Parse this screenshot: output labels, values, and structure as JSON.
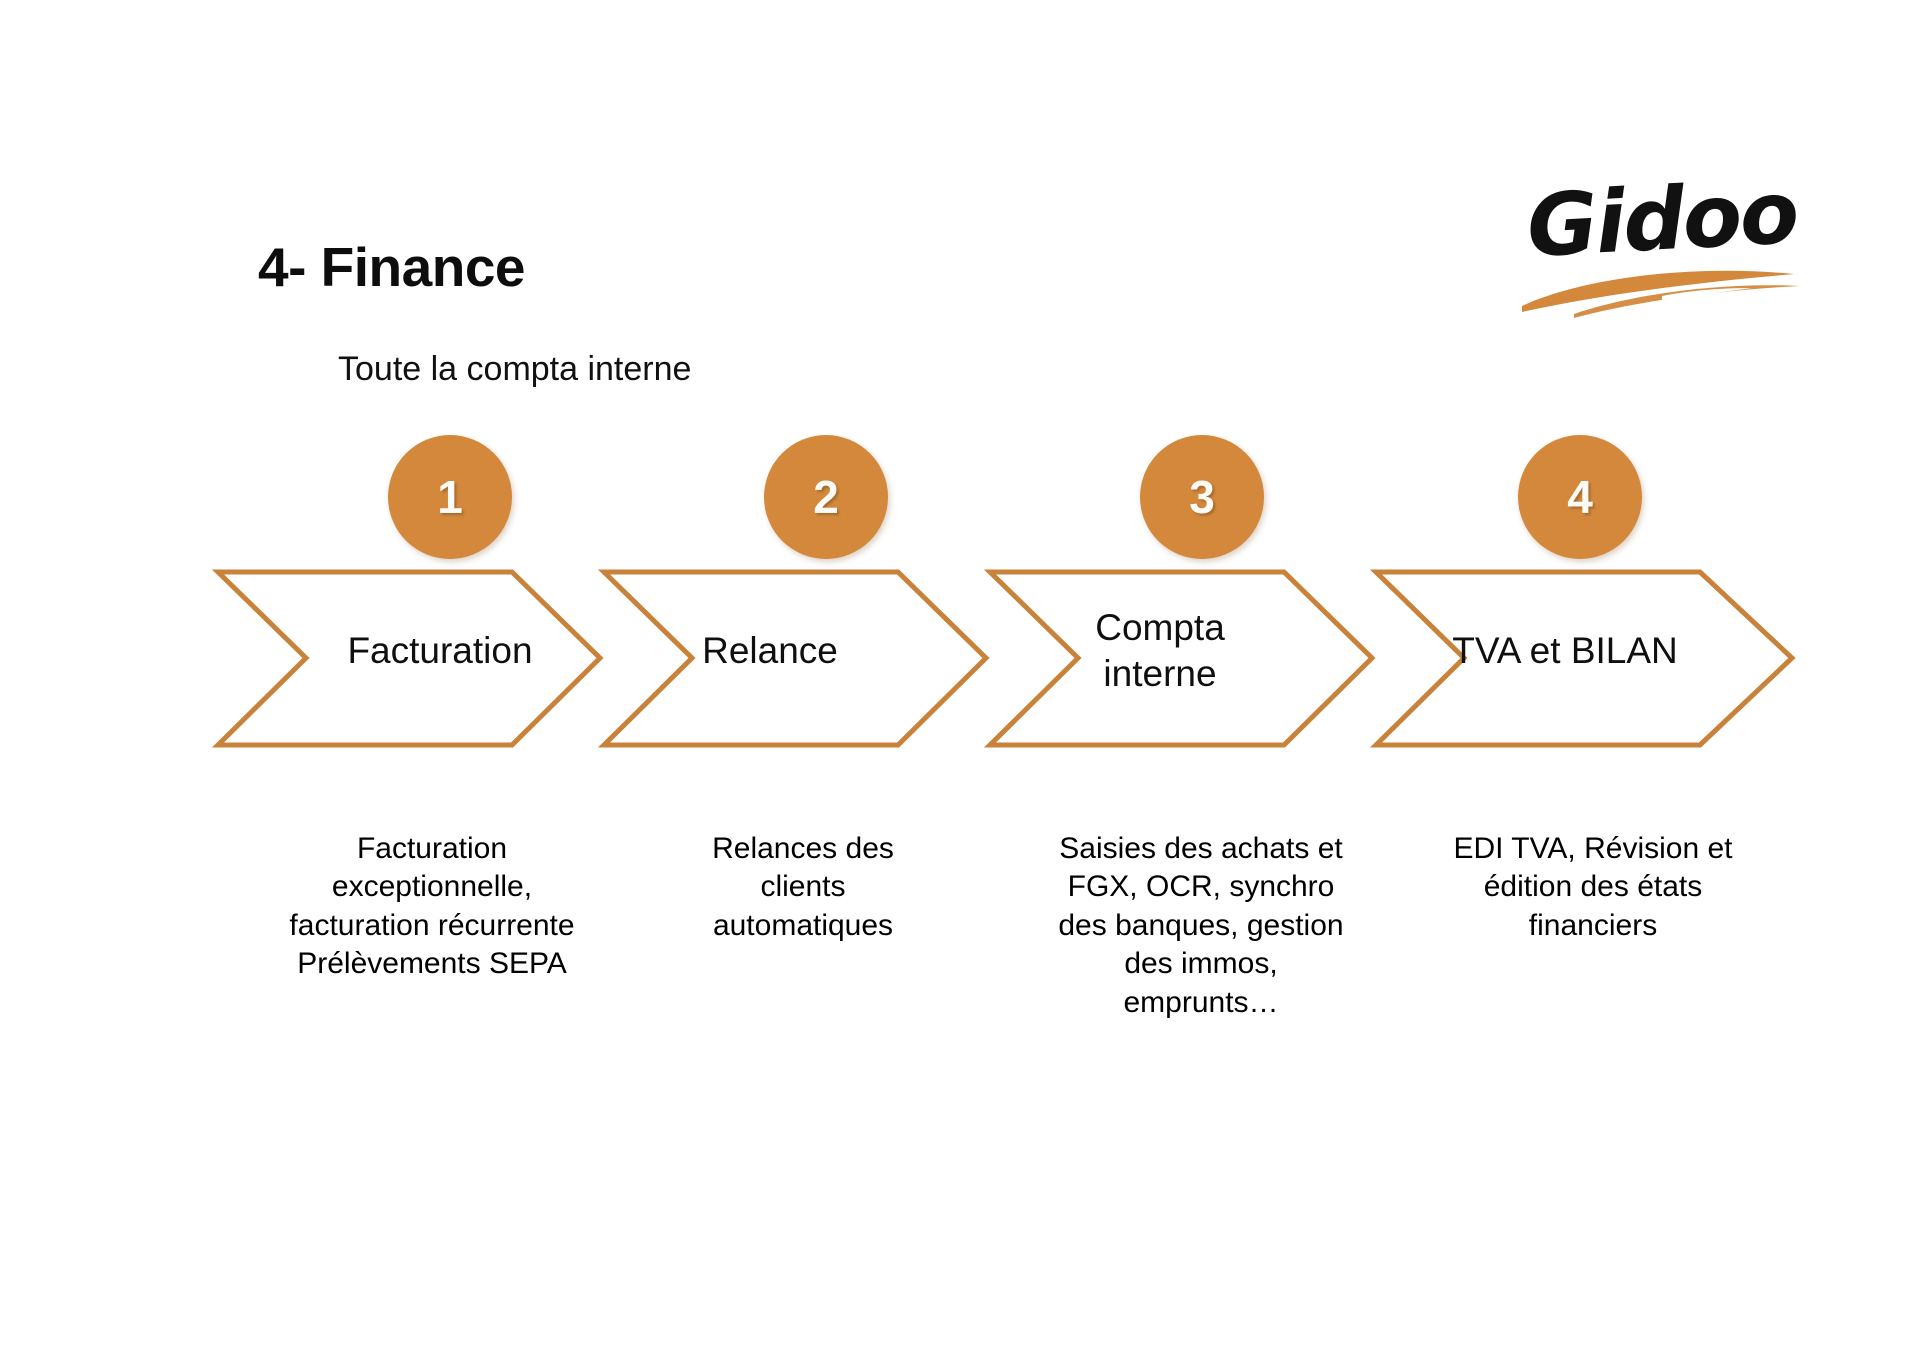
{
  "slide": {
    "title": "4- Finance",
    "subtitle": "Toute la compta interne",
    "background_color": "#FFFFFF"
  },
  "logo": {
    "name": "Gidoo",
    "wordmark_color": "#111111",
    "swoosh_color": "#D4883C"
  },
  "theme": {
    "accent_color": "#D4883C",
    "outline_color": "#C8823A",
    "text_color": "#000000"
  },
  "process": {
    "steps": [
      {
        "number": "1",
        "label": "Facturation",
        "description": "Facturation exceptionnelle, facturation récurrente Prélèvements SEPA"
      },
      {
        "number": "2",
        "label": "Relance",
        "description": "Relances des clients automatiques"
      },
      {
        "number": "3",
        "label": "Compta interne",
        "description": "Saisies des achats et FGX, OCR, synchro des banques, gestion des immos, emprunts…"
      },
      {
        "number": "4",
        "label": "TVA et BILAN",
        "description": "EDI TVA, Révision et édition des états financiers"
      }
    ]
  }
}
